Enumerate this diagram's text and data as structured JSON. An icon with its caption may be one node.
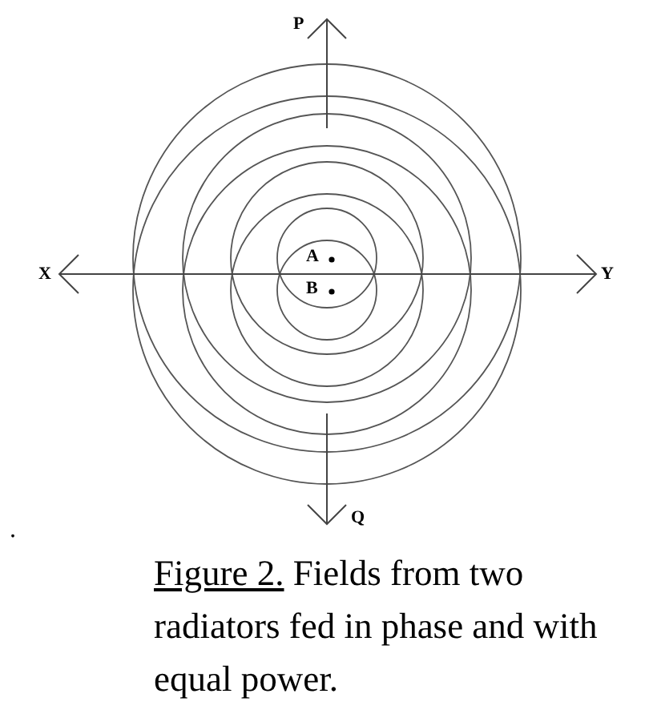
{
  "diagram": {
    "caption": "Figure 2. Fields from two radiators fed in phase and with equal power.",
    "labels": [
      "P",
      "X",
      "A",
      "Y",
      "B",
      "Q",
      "."
    ]
  }
}
